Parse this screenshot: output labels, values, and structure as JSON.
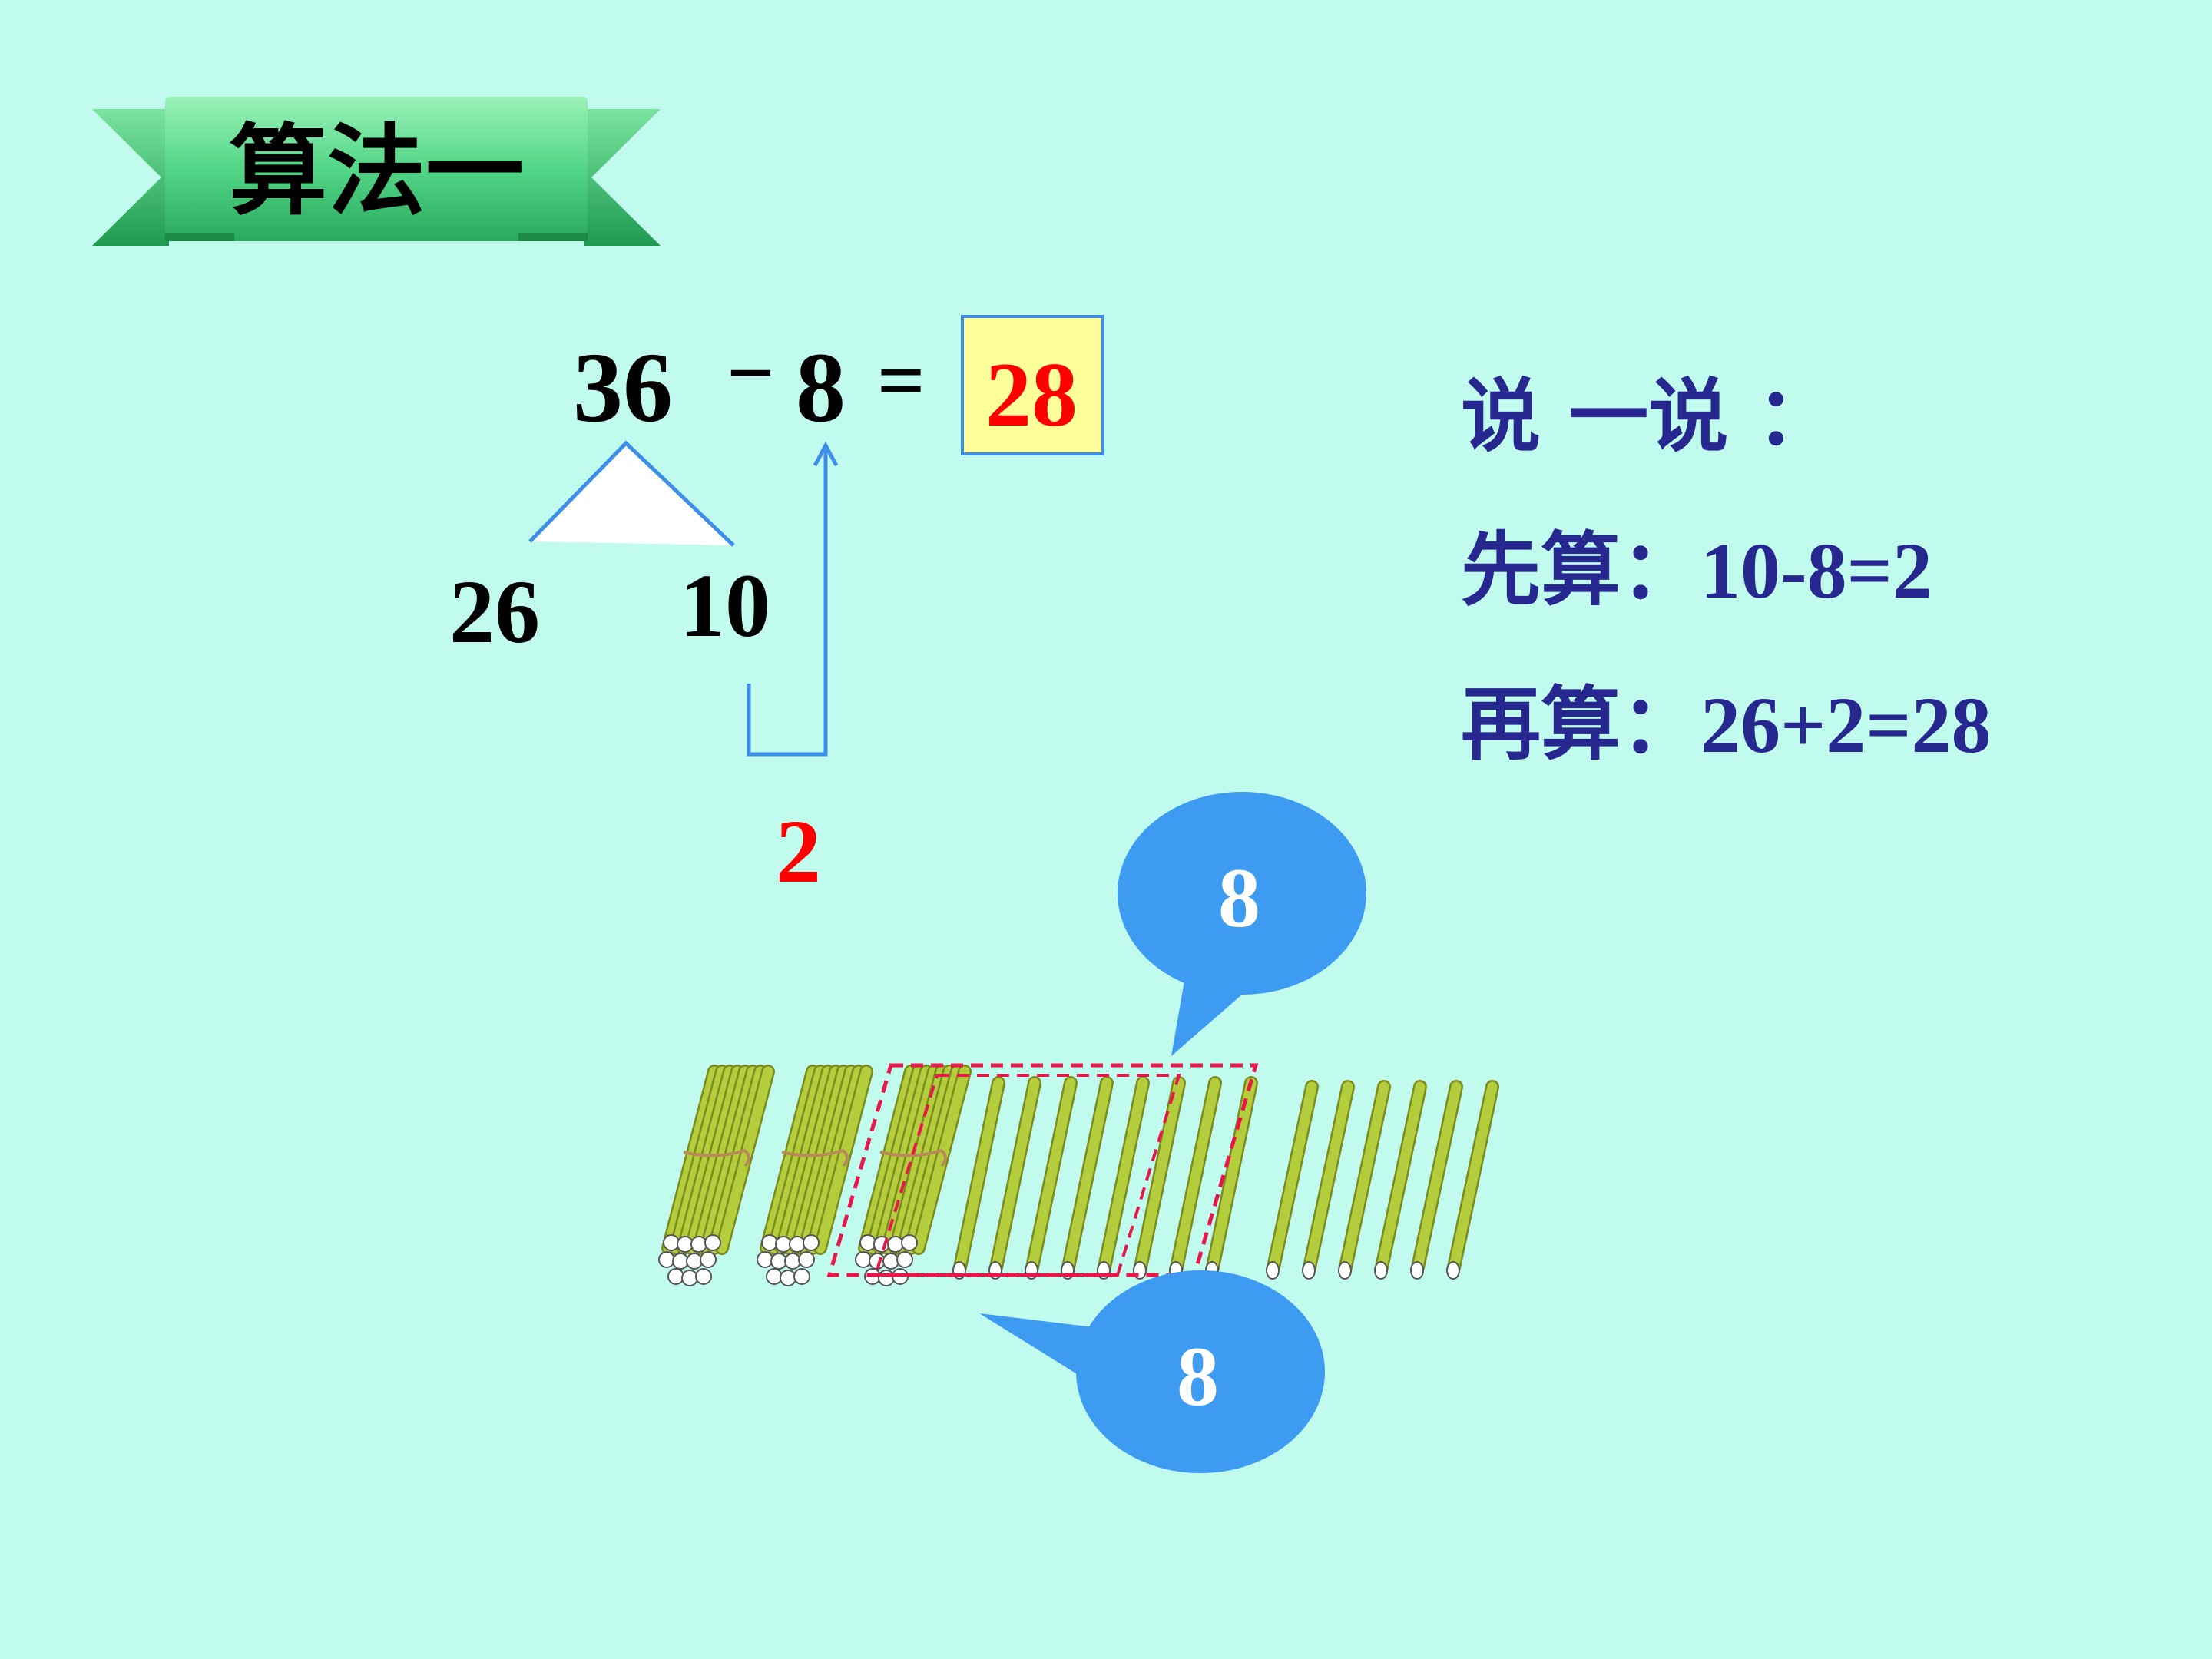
{
  "banner": {
    "title": "算法一"
  },
  "equation": {
    "left": "36",
    "minus": "−",
    "subtrahend": "8",
    "equals": "=",
    "answer": "28"
  },
  "split": {
    "left": "26",
    "right": "10"
  },
  "partial_result": "2",
  "explanation": {
    "heading": "说 一说 ：",
    "step1": "先算：10-8=2",
    "step2": "再算：26+2=28"
  },
  "bubbles": {
    "top": "8",
    "bottom": "8"
  },
  "colors": {
    "background": "#c0fbee",
    "banner_green": "#3cc46e",
    "line_blue": "#3d8ee8",
    "bubble_blue": "#3d9cf2",
    "answer_box_fill": "#ffff99",
    "stick_green": "#b4cd3c",
    "dashed_red": "#e8174b",
    "text_blue": "#27288f",
    "answer_red": "#ff0000"
  },
  "icons": [
    "ribbon-banner",
    "counting-stick-bundle",
    "counting-stick",
    "speech-bubble"
  ]
}
